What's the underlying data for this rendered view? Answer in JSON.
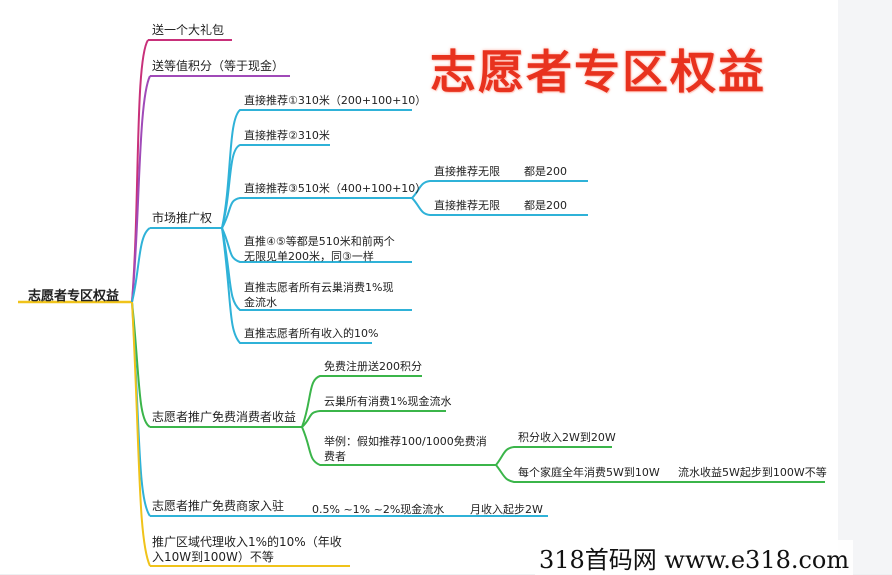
{
  "root": "志愿者专区权益",
  "banner": "志愿者专区权益",
  "watermark": "318首码网  www.e318.com",
  "branches": {
    "gift": "送一个大礼包",
    "points": "送等值积分（等于现金）",
    "market": "市场推广权",
    "consumer": "志愿者推广免费消费者收益",
    "merchant": "志愿者推广免费商家入驻",
    "region": "推广区域代理收入1%的10%（年收入10W到100W）不等"
  },
  "market_items": {
    "rec1": "直接推荐①310米（200+100+10）",
    "rec2": "直接推荐②310米",
    "rec3": "直接推荐③510米（400+100+10）",
    "rec45": "直推④⑤等都是510米和前两个无限见单200米，同③一样",
    "cloud": "直推志愿者所有云巢消费1%现金流水",
    "income": "直推志愿者所有收入的10%"
  },
  "rec3_children": [
    {
      "a": "直接推荐无限",
      "b": "都是200"
    },
    {
      "a": "直接推荐无限",
      "b": "都是200"
    }
  ],
  "consumer_items": {
    "free": "免费注册送200积分",
    "cloud": "云巢所有消费1%现金流水",
    "example": "举例：假如推荐100/1000免费消费者"
  },
  "example_children": {
    "points": "积分收入2W到20W",
    "family": "每个家庭全年消费5W到10W",
    "flow": "流水收益5W起步到100W不等"
  },
  "merchant_items": {
    "rate": "0.5%   ~1%   ~2%现金流水",
    "monthly": "月收入起步2W"
  },
  "colors": {
    "root_line": "#f0c31a",
    "gift": "#c8307a",
    "points": "#a04ab8",
    "market": "#2fb2d8",
    "consumer": "#3bb54a",
    "merchant": "#2fb2d8",
    "region": "#f0c31a",
    "banner": "#e8321e"
  }
}
